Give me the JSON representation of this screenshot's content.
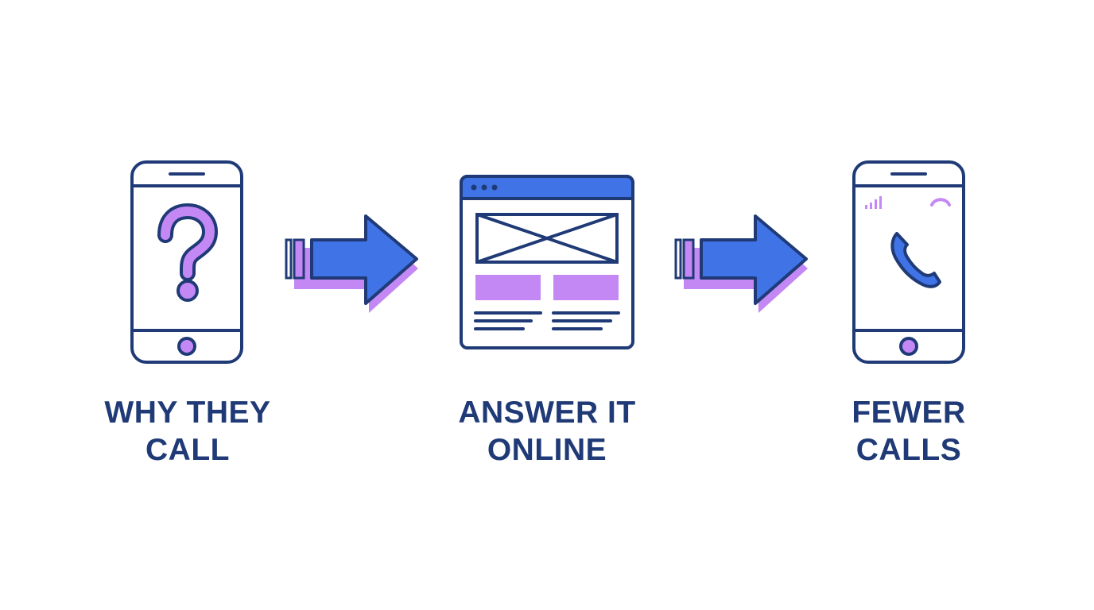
{
  "colors": {
    "outline": "#1f3a76",
    "accent_blue": "#3f73e6",
    "accent_purple": "#c488f5",
    "background": "#ffffff"
  },
  "steps": [
    {
      "icon": "smartphone-question-icon",
      "caption_lines": [
        "WHY THEY",
        "CALL"
      ]
    },
    {
      "icon": "browser-webpage-icon",
      "caption_lines": [
        "ANSWER IT",
        "ONLINE"
      ]
    },
    {
      "icon": "smartphone-call-icon",
      "caption_lines": [
        "FEWER",
        "CALLS"
      ]
    }
  ],
  "connectors": [
    {
      "icon": "arrow-right-icon"
    },
    {
      "icon": "arrow-right-icon"
    }
  ]
}
